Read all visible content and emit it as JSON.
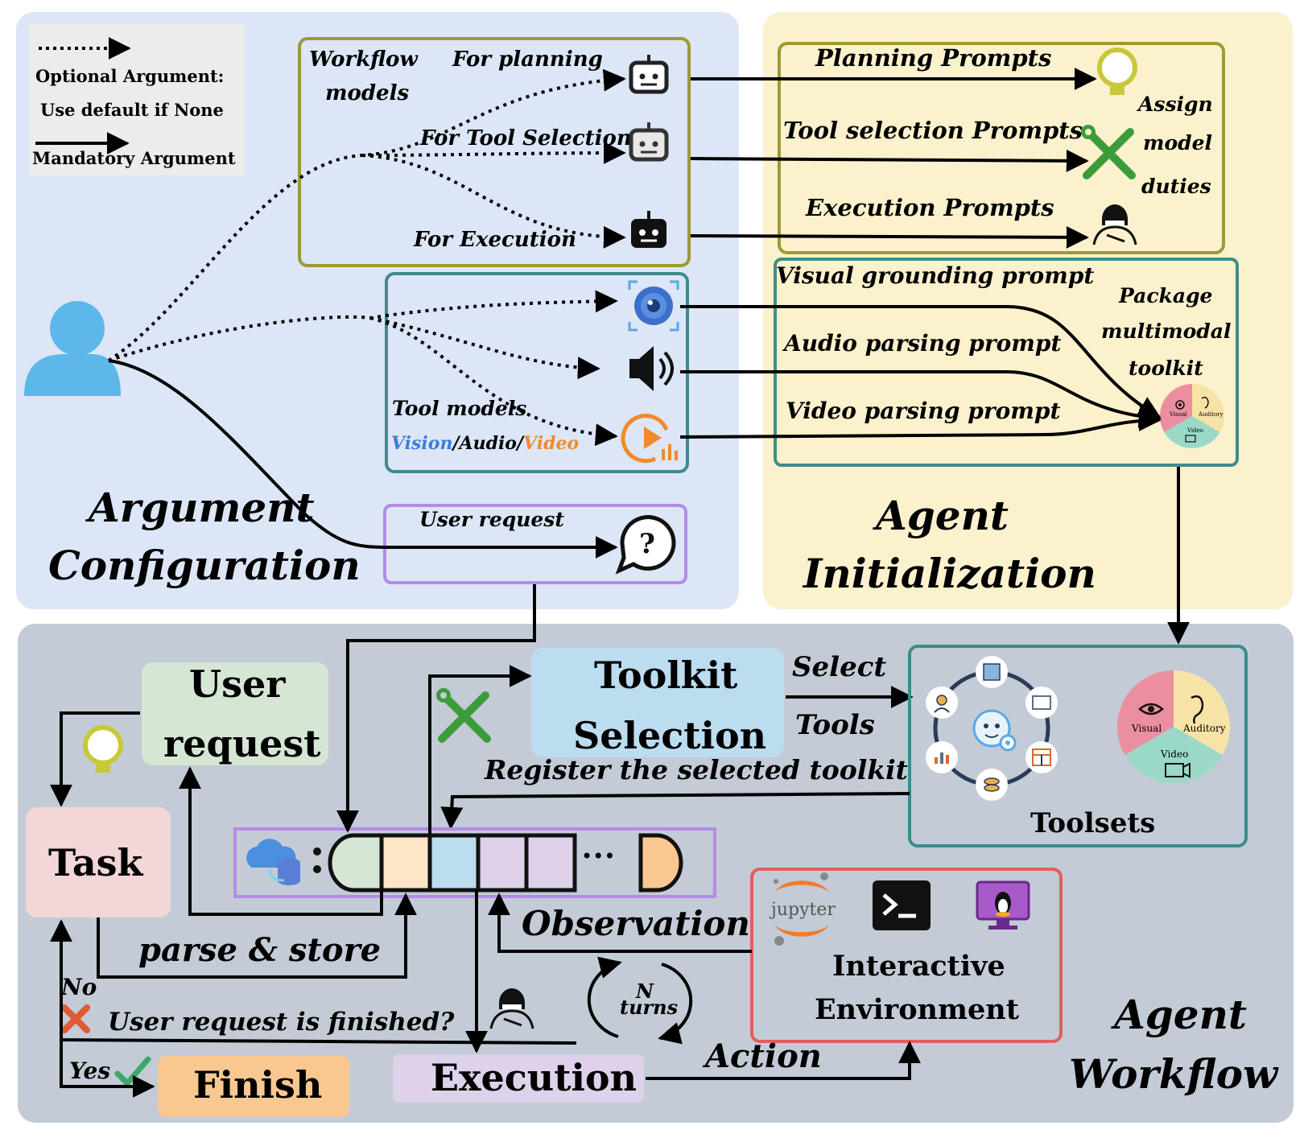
{
  "legend": {
    "optional_label": "Optional Argument:",
    "optional_sub": "Use default if None",
    "mandatory_label": "Mandatory Argument"
  },
  "argument_configuration": {
    "title_line1": "Argument",
    "title_line2": "Configuration",
    "workflow_models_line1": "Workflow",
    "workflow_models_line2": "models",
    "for_planning": "For planning",
    "for_tool_selection": "For Tool Selection",
    "for_execution": "For  Execution",
    "tool_models": "Tool models",
    "tool_vision": "Vision",
    "tool_slash1": "/",
    "tool_audio": "Audio",
    "tool_slash2": "/",
    "tool_video": "Video",
    "user_request": "User request"
  },
  "agent_initialization": {
    "title_line1": "Agent",
    "title_line2": "Initialization",
    "planning_prompts": "Planning Prompts",
    "tool_selection_prompts": "Tool selection Prompts",
    "execution_prompts": "Execution Prompts",
    "assign_line1": "Assign",
    "assign_line2": "model",
    "assign_line3": "duties",
    "visual_grounding_prompt": "Visual grounding prompt",
    "audio_parsing_prompt": "Audio parsing prompt",
    "video_parsing_prompt": "Video parsing prompt",
    "package_line1": "Package",
    "package_line2": "multimodal",
    "package_line3": "toolkit",
    "mini_visual": "Visual",
    "mini_auditory": "Auditory",
    "mini_video": "Video"
  },
  "agent_workflow": {
    "title_line1": "Agent",
    "title_line2": "Workflow",
    "user_request_line1": "User",
    "user_request_line2": "request",
    "task": "Task",
    "toolkit_line1": "Toolkit",
    "toolkit_line2": "Selection",
    "select": "Select",
    "tools": "Tools",
    "register": "Register the selected toolkit",
    "toolsets": "Toolsets",
    "visual": "Visual",
    "auditory": "Auditory",
    "video": "Video",
    "parse_store": "parse & store",
    "observation": "Observation",
    "n": "N",
    "turns": "turns",
    "interactive_line1": "Interactive",
    "interactive_line2": "Environment",
    "jupyter": "jupyter",
    "no": "No",
    "yes": "Yes",
    "finished_question": "User request is finished?",
    "finish": "Finish",
    "execution": "Execution",
    "action": "Action",
    "memory_dots": "•••"
  },
  "colors": {
    "config_bg": "#dce6f7",
    "init_bg": "#fbf1cc",
    "workflow_bg": "#c3cbd6",
    "olive": "#9c9a33",
    "teal": "#3d8c8c",
    "purple": "#b48ce6",
    "red": "#e0605c",
    "vision_blue": "#3b7ddd",
    "video_orange": "#f08a2c",
    "green": "#3d9c3a"
  }
}
